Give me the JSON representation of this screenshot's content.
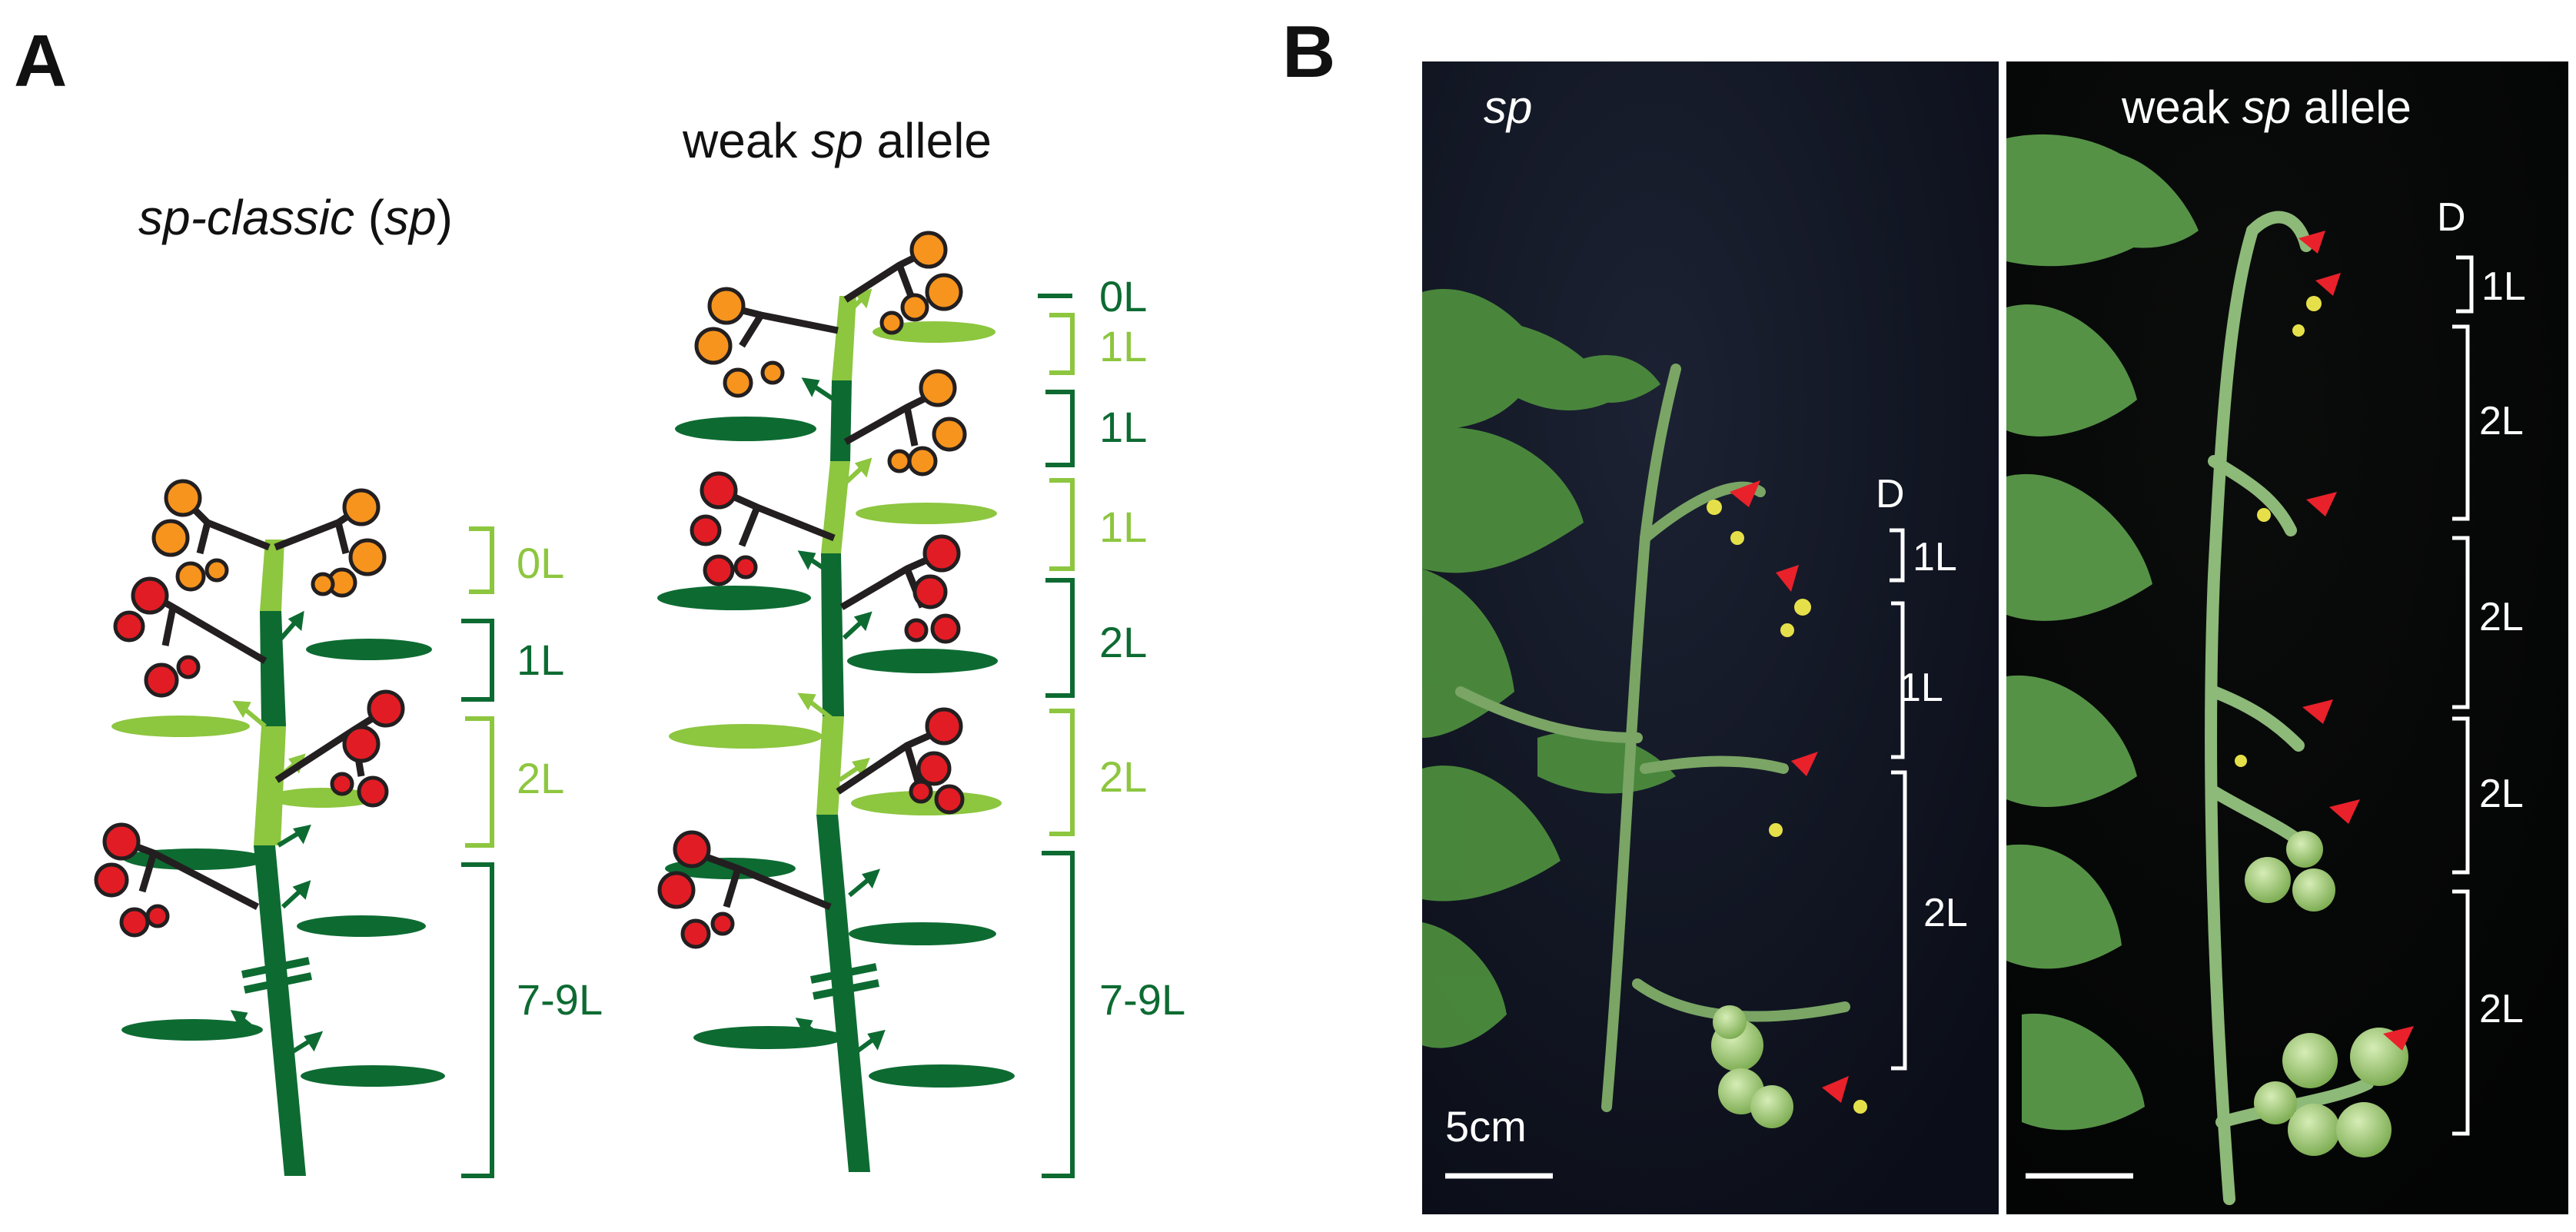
{
  "panels": {
    "a_label": "A",
    "b_label": "B"
  },
  "panel_a": {
    "left_title": {
      "italic": "sp-classic",
      "open": " (",
      "italic2": "sp",
      "close": ")"
    },
    "right_title": {
      "plain1": "weak ",
      "italic": "sp",
      "plain2": " allele"
    },
    "left_brackets": [
      "0L",
      "1L",
      "2L",
      "7-9L"
    ],
    "right_brackets": [
      "0L",
      "1L",
      "1L",
      "1L",
      "2L",
      "2L",
      "7-9L"
    ],
    "colors": {
      "dark_green": "#0d6b32",
      "light_green": "#8dc63f",
      "red_fruit": "#e21c24",
      "orange_fruit": "#f7941d",
      "stem_black": "#231f20"
    }
  },
  "panel_b": {
    "left_photo_label": "sp",
    "right_photo_label": {
      "plain1": "weak ",
      "italic": "sp",
      "plain2": " allele"
    },
    "left_d_label": "D",
    "right_d_label": "D",
    "left_brackets": [
      "1L",
      "1L",
      "2L"
    ],
    "right_brackets": [
      "1L",
      "2L",
      "2L",
      "2L",
      "2L"
    ],
    "scale_bar_label": "5cm",
    "arrowhead_color": "#e8212b"
  }
}
